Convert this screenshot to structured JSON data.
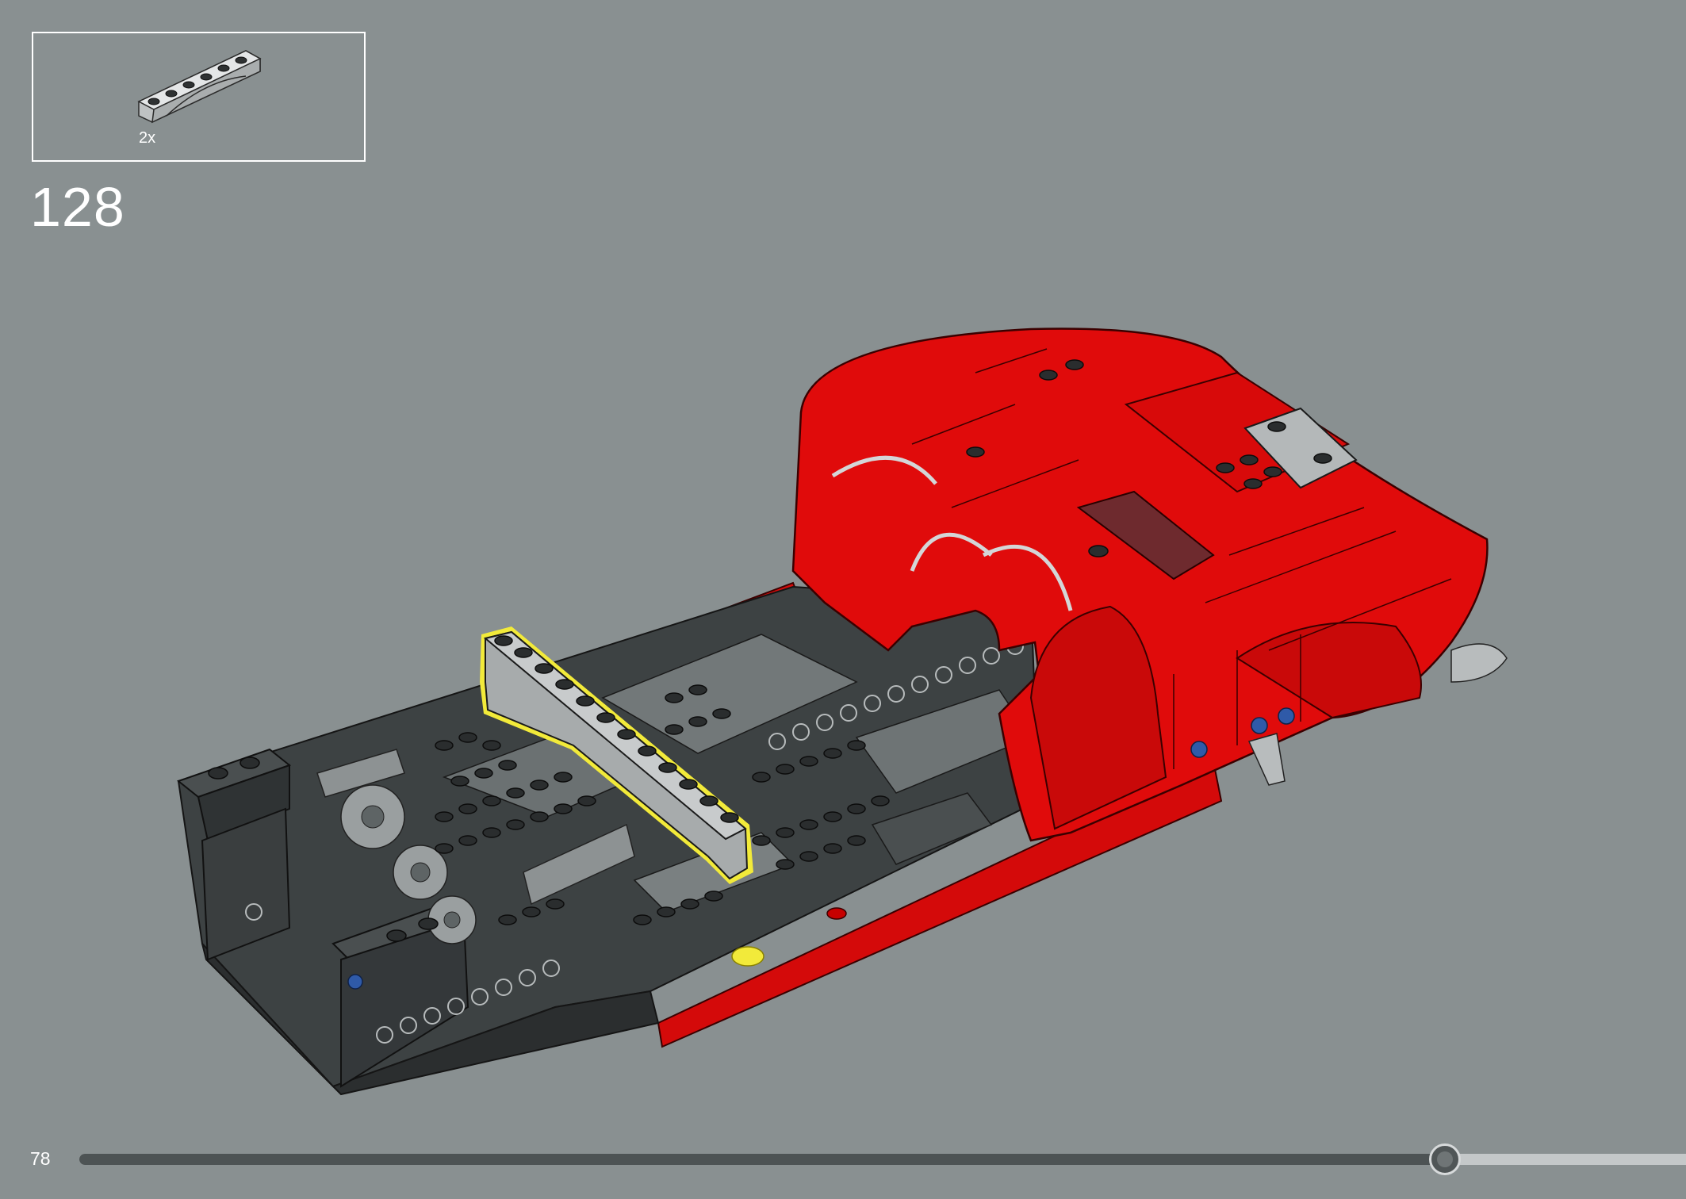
{
  "callout": {
    "quantity": "2x",
    "part_color": "#d2d4d5"
  },
  "step": {
    "number": "128"
  },
  "model": {
    "body_color": "#e00b0b",
    "chassis_color": "#393d3e",
    "highlight_color": "#f2ea3a"
  },
  "footer": {
    "page_number": "78",
    "progress_fraction": 0.85
  }
}
